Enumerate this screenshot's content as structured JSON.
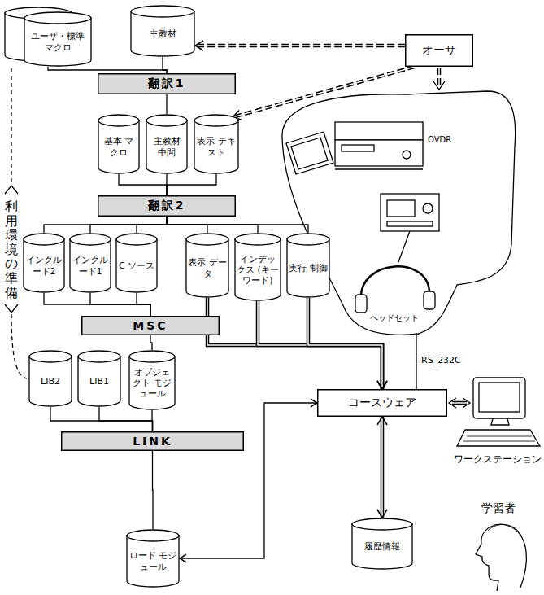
{
  "diagram": {
    "nodes": [
      {
        "text": [
          "ユーザ・標準 マクロ"
        ]
      },
      {
        "text": [
          "主教材"
        ]
      },
      {
        "text": [
          "オーサ"
        ]
      },
      {
        "text": [
          "翻訳1"
        ]
      },
      {
        "text": [
          "基本 マクロ"
        ]
      },
      {
        "text": [
          "主教材 中間"
        ]
      },
      {
        "text": [
          "表示 テキスト"
        ]
      },
      {
        "text": [
          "翻訳2"
        ]
      },
      {
        "text": [
          "インクルード2"
        ]
      },
      {
        "text": [
          "インクルード1"
        ]
      },
      {
        "text": [
          "C ソース"
        ]
      },
      {
        "text": [
          "表示 データ"
        ]
      },
      {
        "text": [
          "インデックス (キーワード)"
        ]
      },
      {
        "text": [
          "実行 制御"
        ]
      },
      {
        "text": [
          "MSC"
        ]
      },
      {
        "text": [
          "LIB2"
        ]
      },
      {
        "text": [
          "LIB1"
        ]
      },
      {
        "text": [
          "オブジェクト モジュール"
        ]
      },
      {
        "text": [
          "LINK"
        ]
      },
      {
        "text": [
          "ロード モジュール"
        ]
      },
      {
        "text": [
          "コースウェア"
        ]
      },
      {
        "text": [
          "履歴情報"
        ]
      }
    ],
    "edges": [
      {
        "from": 0,
        "to": 3,
        "arrow": "none"
      },
      {
        "from": 1,
        "to": 3,
        "arrow": "none"
      },
      {
        "from": 2,
        "to": 1,
        "arrow": "to"
      },
      {
        "from": 2,
        "to": 6,
        "arrow": "to"
      },
      {
        "from": 3,
        "to": 5,
        "arrow": "none"
      },
      {
        "from": 4,
        "to": 7,
        "arrow": "none"
      },
      {
        "from": 5,
        "to": 7,
        "arrow": "none"
      },
      {
        "from": 6,
        "to": 7,
        "arrow": "none"
      },
      {
        "from": 7,
        "to": 8,
        "arrow": "none"
      },
      {
        "from": 7,
        "to": 9,
        "arrow": "none"
      },
      {
        "from": 7,
        "to": 10,
        "arrow": "none"
      },
      {
        "from": 7,
        "to": 11,
        "arrow": "none"
      },
      {
        "from": 7,
        "to": 12,
        "arrow": "none"
      },
      {
        "from": 7,
        "to": 13,
        "arrow": "none"
      },
      {
        "from": 8,
        "to": 14,
        "arrow": "none"
      },
      {
        "from": 9,
        "to": 14,
        "arrow": "none"
      },
      {
        "from": 10,
        "to": 14,
        "arrow": "none"
      },
      {
        "from": 11,
        "to": 20,
        "arrow": "to"
      },
      {
        "from": 12,
        "to": 20,
        "arrow": "to"
      },
      {
        "from": 13,
        "to": 20,
        "arrow": "to"
      },
      {
        "from": 14,
        "to": 17,
        "arrow": "none"
      },
      {
        "from": 15,
        "to": 18,
        "arrow": "none"
      },
      {
        "from": 16,
        "to": 18,
        "arrow": "none"
      },
      {
        "from": 17,
        "to": 18,
        "arrow": "none"
      },
      {
        "from": 18,
        "to": 19,
        "arrow": "none"
      },
      {
        "from": 19,
        "to": 20,
        "arrow": "both"
      },
      {
        "from": 20,
        "to": 21,
        "arrow": "both"
      }
    ],
    "labels": [
      "利用環境の準備",
      "OVDR",
      "ヘッドセット",
      "RS_232C",
      "ワークステーション",
      "学習者"
    ]
  }
}
